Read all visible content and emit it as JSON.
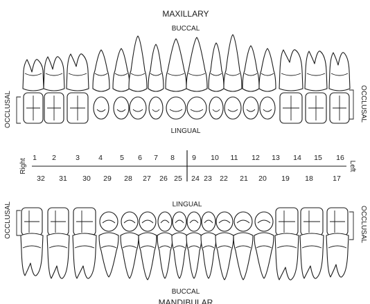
{
  "labels": {
    "maxillary": "MAXILLARY",
    "mandibular": "MANDIBULAR",
    "buccal_top": "BUCCAL",
    "lingual_top": "LINGUAL",
    "lingual_bottom": "LINGUAL",
    "buccal_bottom": "BUCCAL",
    "occlusal": "OCCLUSAL",
    "right": "Right",
    "left": "Left"
  },
  "maxillary_numbers": [
    "1",
    "2",
    "3",
    "4",
    "5",
    "6",
    "7",
    "8",
    "9",
    "10",
    "11",
    "12",
    "13",
    "14",
    "15",
    "16"
  ],
  "mandibular_numbers": [
    "32",
    "31",
    "30",
    "29",
    "28",
    "27",
    "26",
    "25",
    "24",
    "23",
    "22",
    "21",
    "20",
    "19",
    "18",
    "17"
  ],
  "colors": {
    "ink": "#1a1a1a",
    "background": "#ffffff"
  }
}
